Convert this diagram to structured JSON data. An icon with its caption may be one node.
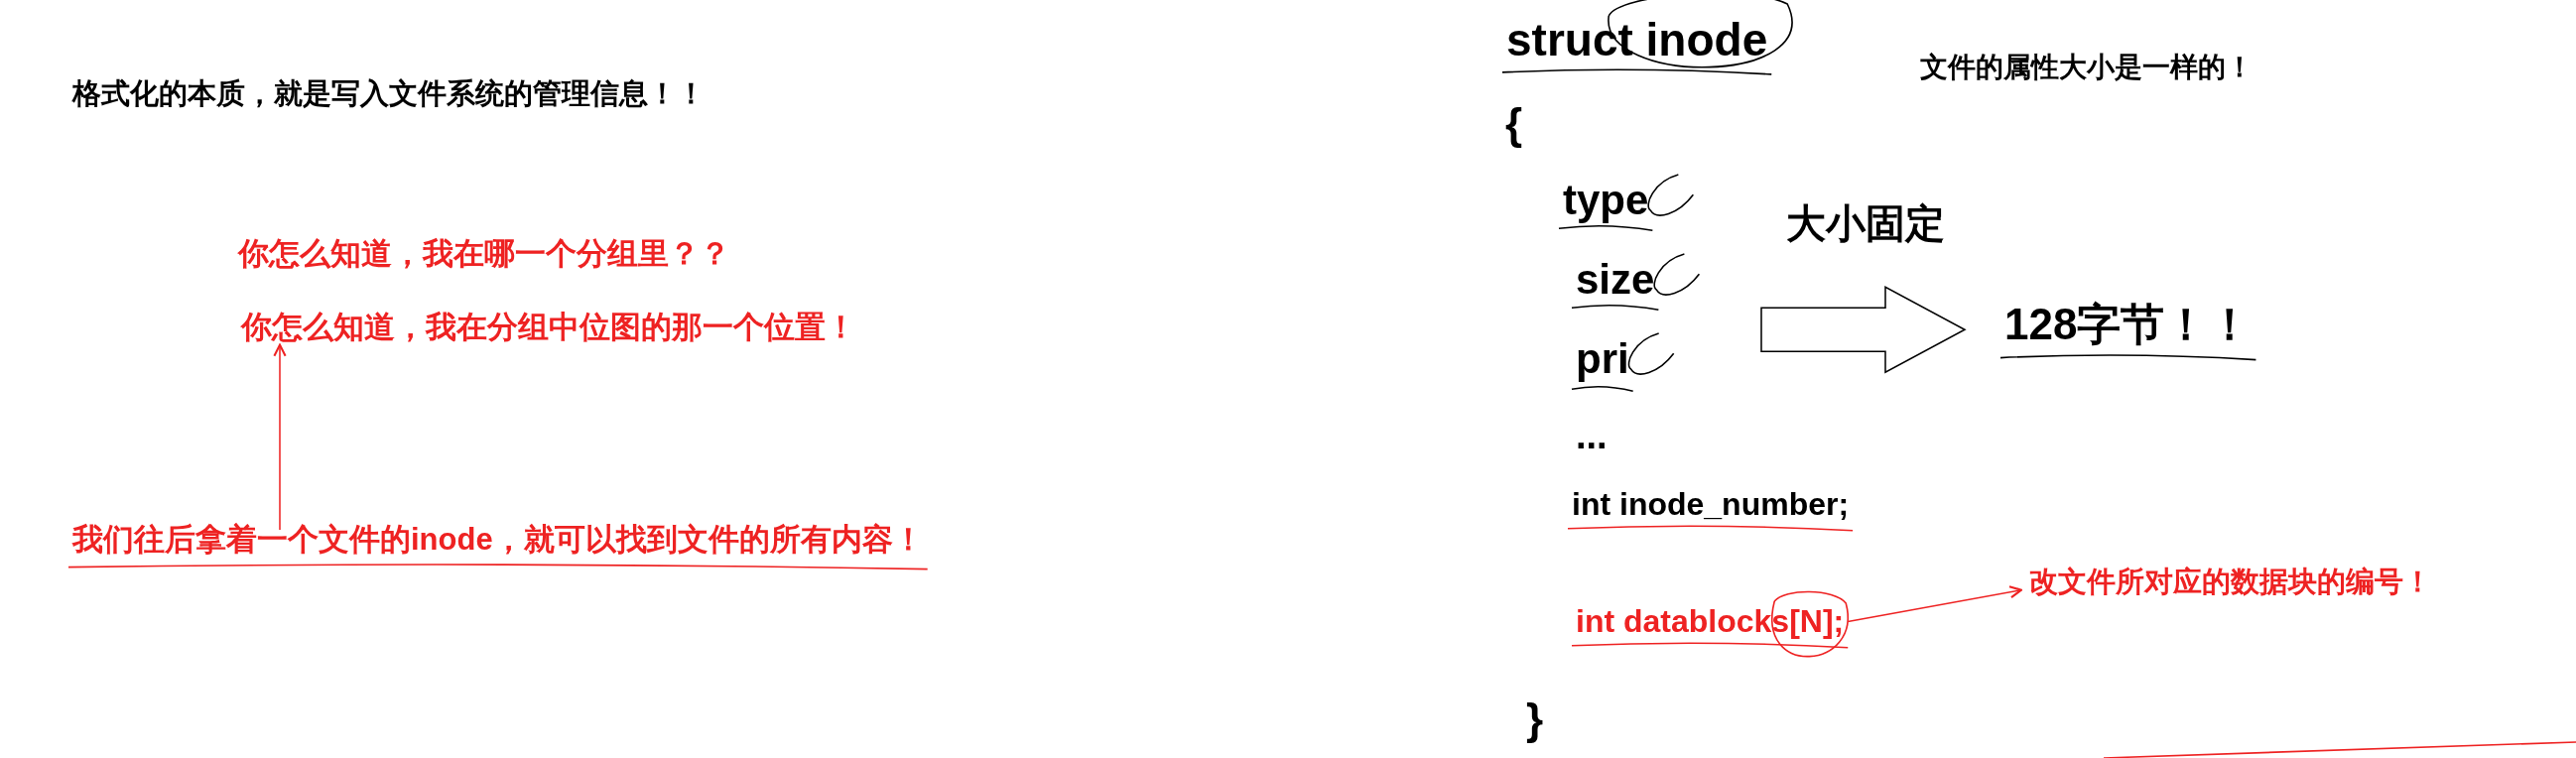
{
  "diagram": {
    "nodes": [
      {
        "text": [
          "你怎么知道，我在分组中位图的那一个位置！"
        ]
      },
      {
        "text": [
          "我们往后拿着一个文件的inode，就可以找到文件的所有内容！"
        ]
      },
      {
        "text": [
          "128字节！！"
        ]
      },
      {
        "text": [
          "int datablocks[N];"
        ]
      },
      {
        "text": [
          "改文件所对应的数据块的编号！"
        ]
      }
    ],
    "edges": [
      {
        "from": 1,
        "to": 0,
        "arrow": "to"
      },
      {
        "from": null,
        "to": 2,
        "arrow": "to",
        "label": "大小固定",
        "color": "#000000"
      },
      {
        "from": 3,
        "to": 4,
        "arrow": "to"
      }
    ],
    "labels": [
      "格式化的本质，就是写入文件系统的管理信息！！",
      "你怎么知道，我在哪一个分组里？？",
      "struct inode",
      "文件的属性大小是一样的！",
      "{",
      "type",
      "size",
      "pri",
      "...",
      "int inode_number;",
      "}"
    ]
  }
}
